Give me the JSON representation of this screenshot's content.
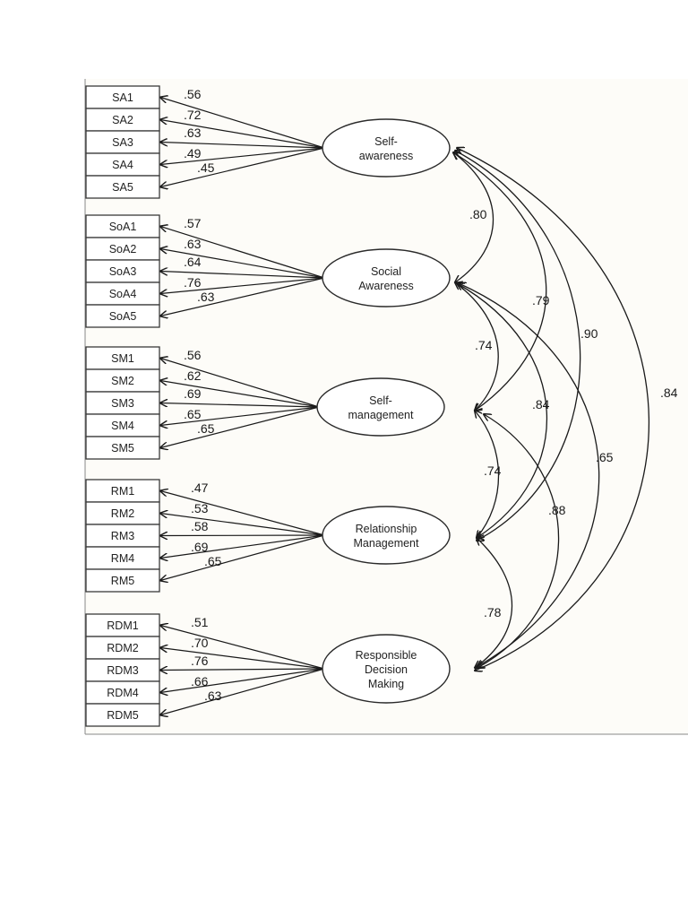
{
  "factors": [
    {
      "id": "SA",
      "label_lines": [
        "Self-",
        "awareness"
      ],
      "indicators": [
        {
          "label": "SA1",
          "loading": ".56"
        },
        {
          "label": "SA2",
          "loading": ".72"
        },
        {
          "label": "SA3",
          "loading": ".63"
        },
        {
          "label": "SA4",
          "loading": ".49"
        },
        {
          "label": "SA5",
          "loading": ".45"
        }
      ]
    },
    {
      "id": "SoA",
      "label_lines": [
        "Social",
        "Awareness"
      ],
      "indicators": [
        {
          "label": "SoA1",
          "loading": ".57"
        },
        {
          "label": "SoA2",
          "loading": ".63"
        },
        {
          "label": "SoA3",
          "loading": ".64"
        },
        {
          "label": "SoA4",
          "loading": ".76"
        },
        {
          "label": "SoA5",
          "loading": ".63"
        }
      ]
    },
    {
      "id": "SM",
      "label_lines": [
        "Self-",
        "management"
      ],
      "indicators": [
        {
          "label": "SM1",
          "loading": ".56"
        },
        {
          "label": "SM2",
          "loading": ".62"
        },
        {
          "label": "SM3",
          "loading": ".69"
        },
        {
          "label": "SM4",
          "loading": ".65"
        },
        {
          "label": "SM5",
          "loading": ".65"
        }
      ]
    },
    {
      "id": "RM",
      "label_lines": [
        "Relationship",
        "Management"
      ],
      "indicators": [
        {
          "label": "RM1",
          "loading": ".47"
        },
        {
          "label": "RM2",
          "loading": ".53"
        },
        {
          "label": "RM3",
          "loading": ".58"
        },
        {
          "label": "RM4",
          "loading": ".69"
        },
        {
          "label": "RM5",
          "loading": ".65"
        }
      ]
    },
    {
      "id": "RDM",
      "label_lines": [
        "Responsible",
        "Decision",
        "Making"
      ],
      "indicators": [
        {
          "label": "RDM1",
          "loading": ".51"
        },
        {
          "label": "RDM2",
          "loading": ".70"
        },
        {
          "label": "RDM3",
          "loading": ".76"
        },
        {
          "label": "RDM4",
          "loading": ".66"
        },
        {
          "label": "RDM5",
          "loading": ".63"
        }
      ]
    }
  ],
  "correlations": [
    {
      "from": "SA",
      "to": "SoA",
      "value": ".80"
    },
    {
      "from": "SA",
      "to": "SM",
      "value": ".79"
    },
    {
      "from": "SA",
      "to": "RM",
      "value": ".90"
    },
    {
      "from": "SA",
      "to": "RDM",
      "value": ".84"
    },
    {
      "from": "SoA",
      "to": "SM",
      "value": ".74"
    },
    {
      "from": "SoA",
      "to": "RM",
      "value": ".84"
    },
    {
      "from": "SoA",
      "to": "RDM",
      "value": ".65"
    },
    {
      "from": "SM",
      "to": "RM",
      "value": ".74"
    },
    {
      "from": "SM",
      "to": "RDM",
      "value": ".88"
    },
    {
      "from": "RM",
      "to": "RDM",
      "value": ".78"
    }
  ]
}
